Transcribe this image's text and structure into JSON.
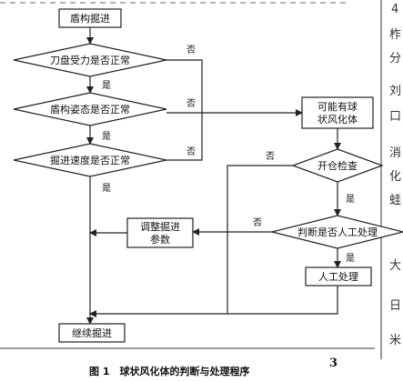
{
  "nodes": {
    "start": "盾构掘进",
    "cutter": "刀盘受力是否正常",
    "attitude": "盾构姿态是否正常",
    "speed": "掘进速度是否正常",
    "possible": [
      "可能有球",
      "状风化体"
    ],
    "inspect": "开仓检查",
    "adjust": [
      "调整掘进",
      "参数"
    ],
    "manual_check": "判断是否人工处理",
    "manual": "人工处理",
    "continue": "继续掘进"
  },
  "edges": {
    "yes": "是",
    "no": "否"
  },
  "page_number": "3",
  "caption": "图 1　球状风化体的判断与处理程序",
  "margin_glyphs": [
    "4",
    "柞",
    "分",
    "刘",
    "口",
    "消",
    "化",
    "蛙",
    "大",
    "日",
    "米"
  ]
}
